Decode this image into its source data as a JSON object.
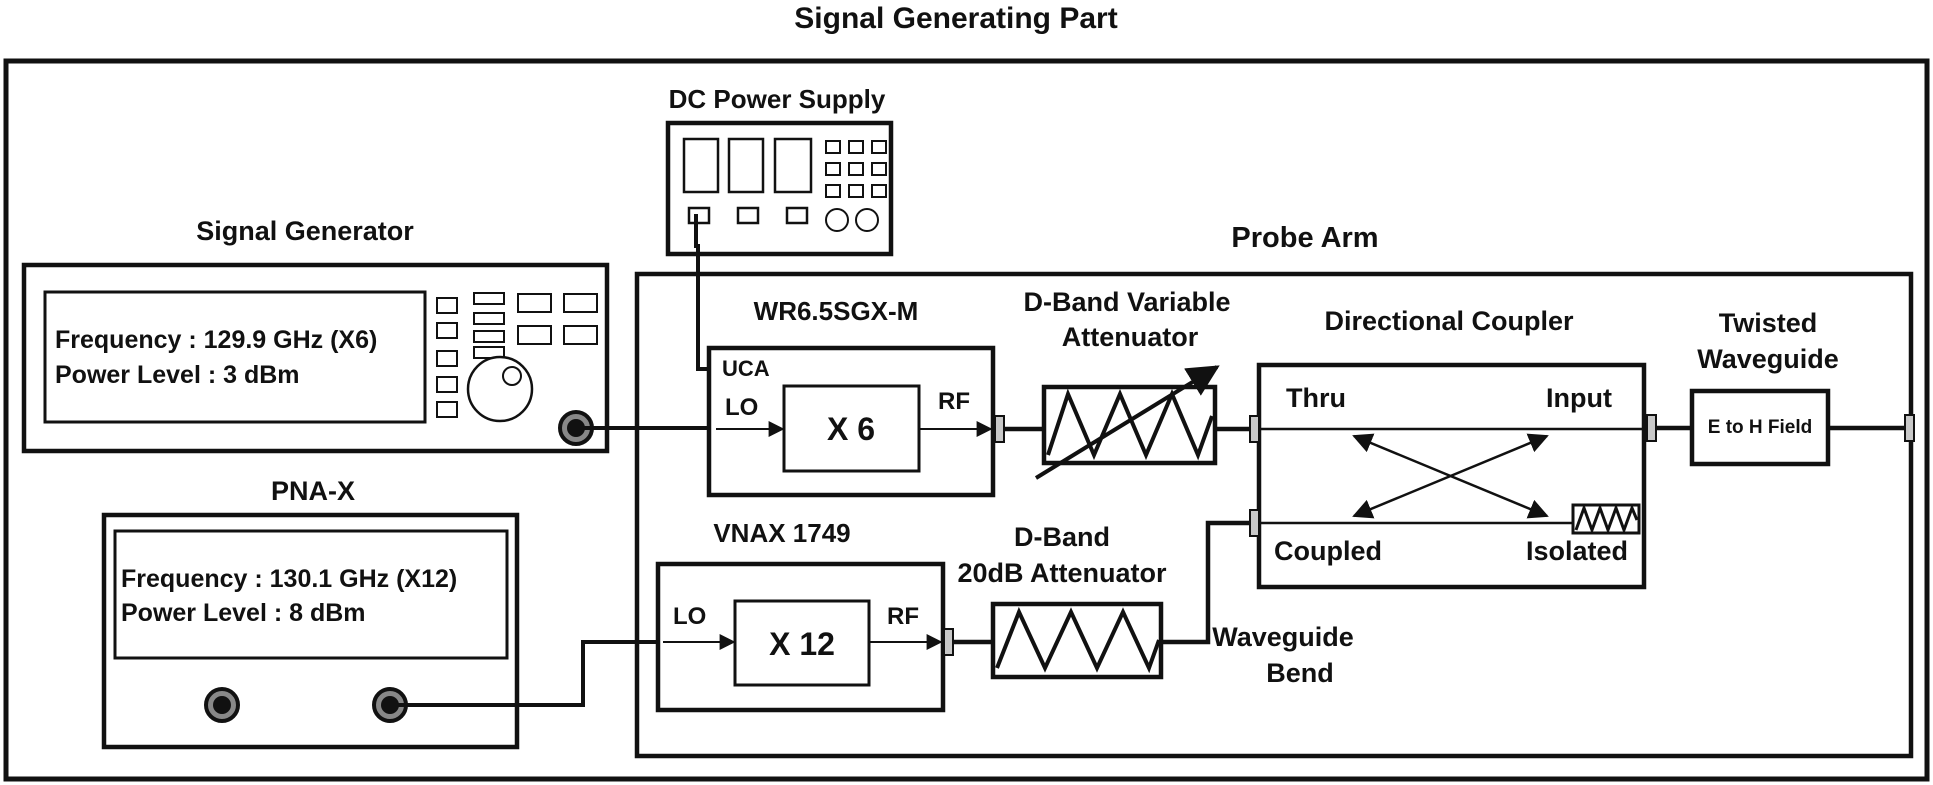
{
  "title": "Signal Generating Part",
  "signal_generator": {
    "label": "Signal Generator",
    "frequency": "Frequency : 129.9 GHz (X6)",
    "power": "Power Level : 3 dBm"
  },
  "pna_x": {
    "label": "PNA-X",
    "frequency": "Frequency : 130.1 GHz (X12)",
    "power": "Power Level : 8 dBm"
  },
  "dc_power_supply": {
    "label": "DC Power Supply"
  },
  "probe_arm": {
    "label": "Probe Arm"
  },
  "wr65": {
    "label": "WR6.5SGX-M",
    "uca": "UCA",
    "lo": "LO",
    "rf": "RF",
    "multiplier": "X 6"
  },
  "vnax": {
    "label": "VNAX 1749",
    "lo": "LO",
    "rf": "RF",
    "multiplier": "X 12"
  },
  "variable_attenuator": {
    "line1": "D-Band Variable",
    "line2": "Attenuator"
  },
  "fixed_attenuator": {
    "line1": "D-Band",
    "line2": "20dB Attenuator"
  },
  "waveguide_bend": {
    "line1": "Waveguide",
    "line2": "Bend"
  },
  "directional_coupler": {
    "label": "Directional Coupler",
    "thru": "Thru",
    "input": "Input",
    "coupled": "Coupled",
    "isolated": "Isolated"
  },
  "twisted_waveguide": {
    "line1": "Twisted",
    "line2": "Waveguide",
    "inner": "E to H Field"
  }
}
